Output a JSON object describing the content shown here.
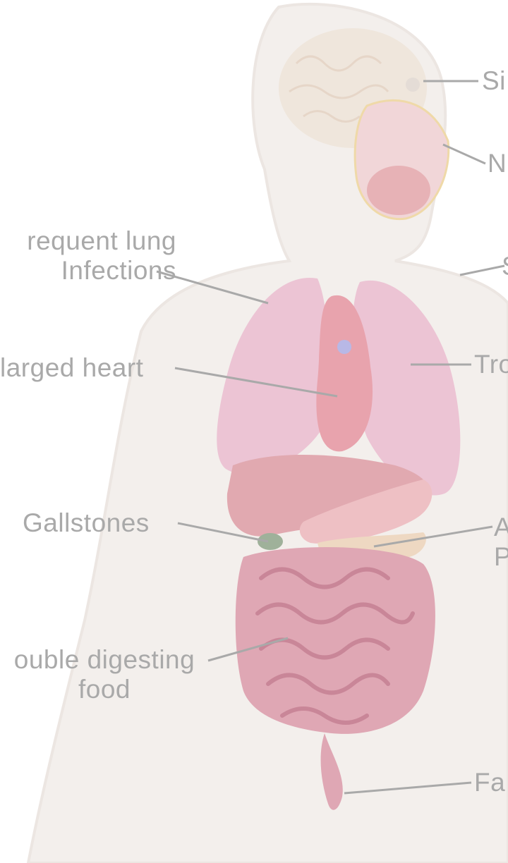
{
  "labels": {
    "sinus": "Si",
    "nose": "N",
    "sweat": "S",
    "lung_infections": "requent lung\nInfections",
    "enlarged_heart": "larged heart",
    "trouble_breathing": "Tro",
    "gallstones": "Gallstones",
    "pancreas": "A\nP",
    "digesting": "ouble digesting\nfood",
    "fatty_stool": "Fa"
  },
  "colors": {
    "label_text": "#a9a9a9",
    "leader_line": "#a9a9a9",
    "body": "#f3efec",
    "lung": "#ecc4d4",
    "heart": "#e8a3ad",
    "liver": "#e1a9b0",
    "intestine": "#d99aaa",
    "gallbladder": "#9fb19a"
  }
}
